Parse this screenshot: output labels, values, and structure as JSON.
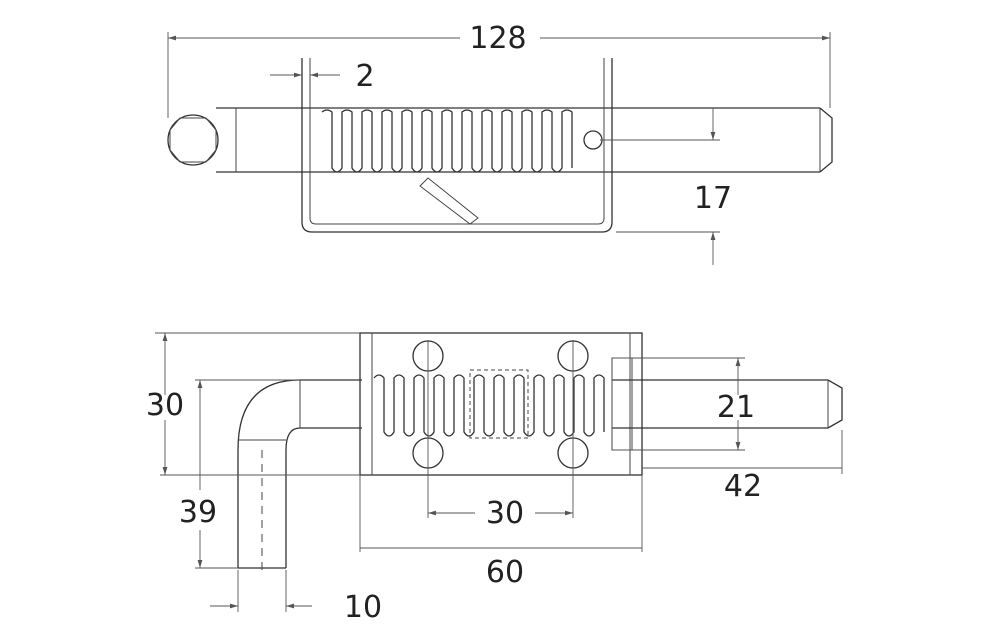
{
  "drawing": {
    "type": "technical-drawing",
    "subject": "spring latch bolt",
    "units": "mm",
    "line_color": "#333333",
    "background": "#ffffff"
  },
  "dimensions": {
    "overall_length": "128",
    "plate_thickness": "2",
    "pin_height": "17",
    "total_height": "30",
    "handle_length": "39",
    "handle_diameter": "10",
    "hole_spacing": "30",
    "housing_length": "60",
    "pin_protrusion": "42",
    "hole_vertical_spacing": "21"
  }
}
